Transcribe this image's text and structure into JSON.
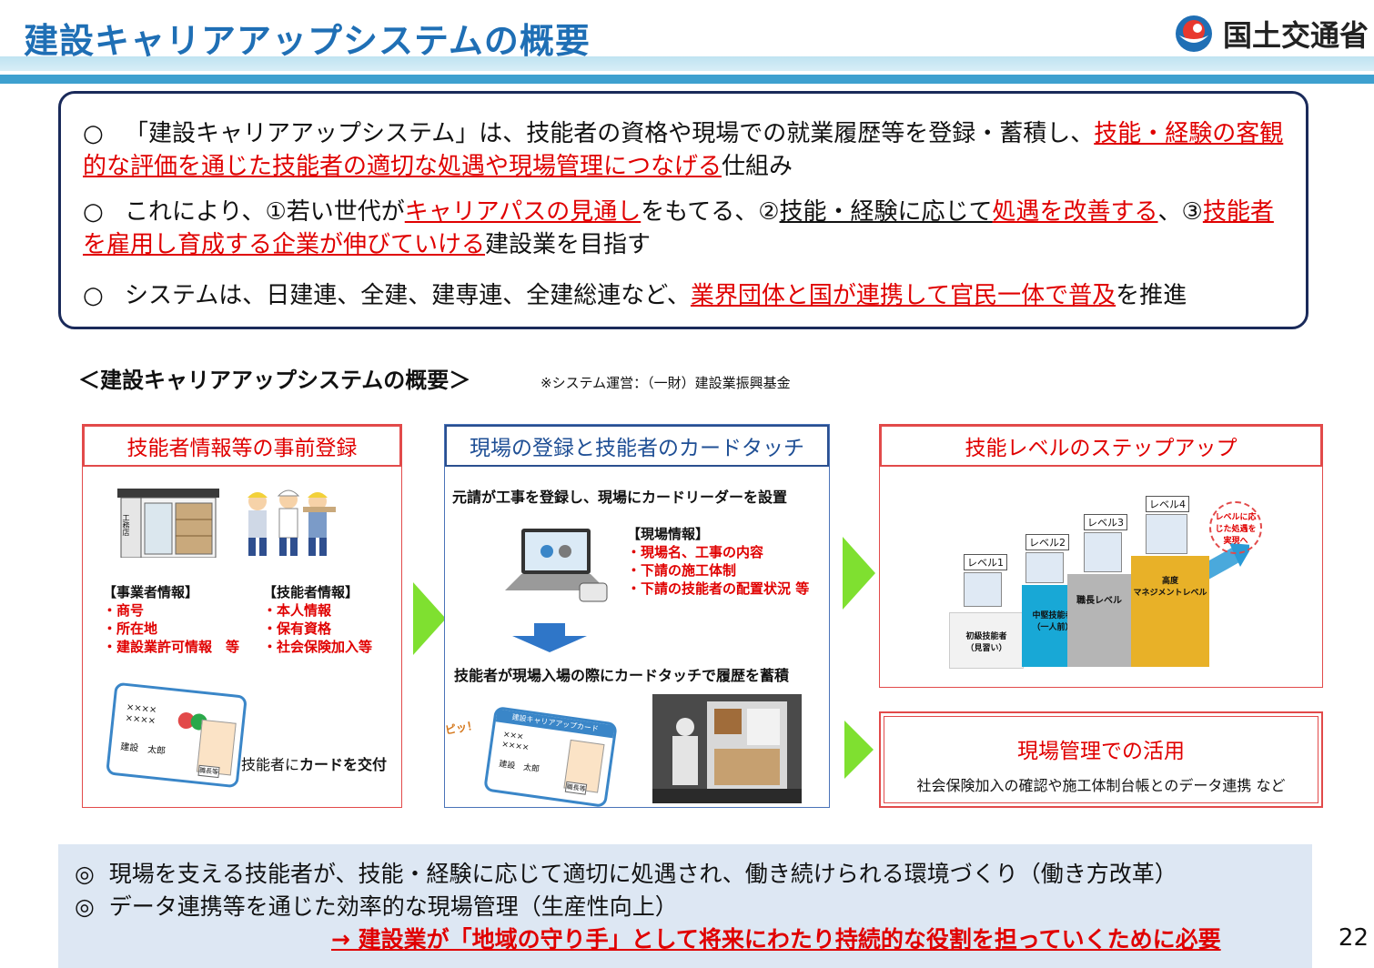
{
  "header": {
    "title": "建設キャリアアップシステムの概要",
    "ministry": "国土交通省"
  },
  "summary": {
    "mark": "○",
    "p1": {
      "a": "「建設キャリアアップシステム」は、技能者の資格や現場での就業履歴等を登録・蓄積し、",
      "b": "技能・経験の客観的な評価を通じた技能者の適切な処遇や現場管理につなげる",
      "c": "仕組み"
    },
    "p2": {
      "a": "これにより、①若い世代が",
      "b": "キャリアパスの見通し",
      "c": "をもてる、②",
      "d": "技能・経験に応じて",
      "e": "処遇を改善する",
      "f": "、③",
      "g": "技能者を雇用し育成する企業が伸びていける",
      "h": "建設業を目指す"
    },
    "p3": {
      "a": "システムは、日建連、全建、建専連、全建総連など、",
      "b": "業界団体と国が連携して官民一体で普及",
      "c": "を推進"
    }
  },
  "section": {
    "title": "＜建設キャリアアップシステムの概要＞",
    "note": "※システム運営：（一財）建設業振興基金"
  },
  "panel1": {
    "title": "技能者情報等の事前登録",
    "store_sign": "工務店",
    "biz_title": "【事業者情報】",
    "biz_items": [
      "・商号",
      "・所在地",
      "・建設業許可情報　等"
    ],
    "worker_title": "【技能者情報】",
    "worker_items": [
      "・本人情報",
      "・保有資格",
      "・社会保険加入等"
    ],
    "card_marks": [
      "××××",
      "××××"
    ],
    "card_name": "建設　太郎",
    "card_badge": "職長等",
    "card_caption_a": "技能者に",
    "card_caption_b": "カードを交付"
  },
  "panel2": {
    "title": "現場の登録と技能者のカードタッチ",
    "line1": "元請が工事を登録し、現場にカードリーダーを設置",
    "info_title": "【現場情報】",
    "info_items": [
      "・現場名、工事の内容",
      "・下請の施工体制",
      "・下請の技能者の配置状況 等"
    ],
    "line2": "技能者が現場入場の際にカードタッチで履歴を蓄積",
    "touch_sound": "ピッ！",
    "card_label": "建設キャリアアップカード",
    "card_marks": [
      "×××",
      "××××"
    ],
    "card_name": "建設　太郎",
    "card_badge": "職長等"
  },
  "panel3": {
    "title": "技能レベルのステップアップ",
    "levels": [
      {
        "tag": "レベル1",
        "label": "初級技能者\n（見習い）",
        "color": "#f2f2f2"
      },
      {
        "tag": "レベル2",
        "label": "中堅技能者\n（一人前）",
        "color": "#18a8d6"
      },
      {
        "tag": "レベル3",
        "label": "職長レベル",
        "color": "#b5b5b5"
      },
      {
        "tag": "レベル4",
        "label": "高度\nマネジメントレベル",
        "color": "#e8b128"
      }
    ],
    "goal": "レベルに応じた処遇を実現へ"
  },
  "panel4": {
    "title": "現場管理での活用",
    "desc": "社会保険加入の確認や施工体制台帳とのデータ連携 など"
  },
  "bottom": {
    "mark": "◎",
    "line1": "現場を支える技能者が、技能・経験に応じて適切に処遇され、働き続けられる環境づくり（働き方改革）",
    "line2": "データ連携等を通じた効率的な現場管理（生産性向上）",
    "line3": "→ 建設業が「地域の守り手」として将来にわたり持続的な役割を担っていくために必要"
  },
  "page_number": "22",
  "colors": {
    "accent": "#1f6fb5",
    "highlight": "#e00000",
    "arrow": "#7fe030",
    "bottom_bg": "#dde7f3"
  }
}
